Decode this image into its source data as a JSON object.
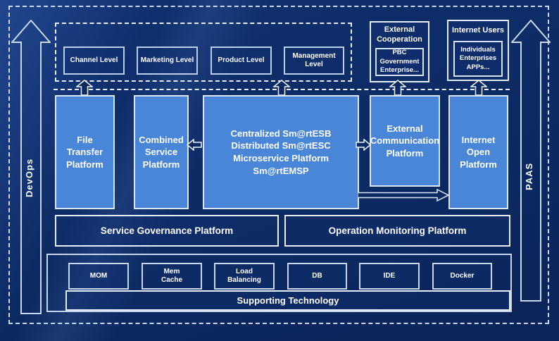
{
  "colors": {
    "background": "#0d2a63",
    "platform_fill": "#4a86d8",
    "border_light": "#dae7f8",
    "text": "#ffffff"
  },
  "side_arrows": {
    "left_label": "DevOps",
    "right_label": "PAAS"
  },
  "levels_row": {
    "items": [
      {
        "label": "Channel Level"
      },
      {
        "label": "Marketing Level"
      },
      {
        "label": "Product Level"
      },
      {
        "label": "Management Level"
      }
    ]
  },
  "external_cooperation": {
    "title": "External\nCooperation",
    "member": "PBC Government\nEnterprise..."
  },
  "internet_users": {
    "title": "Internet Users",
    "member": "Individuals\nEnterprises\nAPPs..."
  },
  "platforms": {
    "file_transfer": "File\nTransfer\nPlatform",
    "combined_service": "Combined\nService\nPlatform",
    "esb_core": "Centralized Sm@rtESB\nDistributed Sm@rtESC\nMicroservice Platform Sm@rtEMSP",
    "external_communication": "External\nCommunication\nPlatform",
    "internet_open": "Internet\nOpen\nPlatform"
  },
  "governance": {
    "service_governance": "Service Governance Platform",
    "operation_monitoring": "Operation Monitoring Platform"
  },
  "supporting": {
    "title": "Supporting Technology",
    "items": [
      {
        "label": "MOM"
      },
      {
        "label": "Mem\nCache"
      },
      {
        "label": "Load\nBalancing"
      },
      {
        "label": "DB"
      },
      {
        "label": "IDE"
      },
      {
        "label": "Docker"
      }
    ]
  }
}
